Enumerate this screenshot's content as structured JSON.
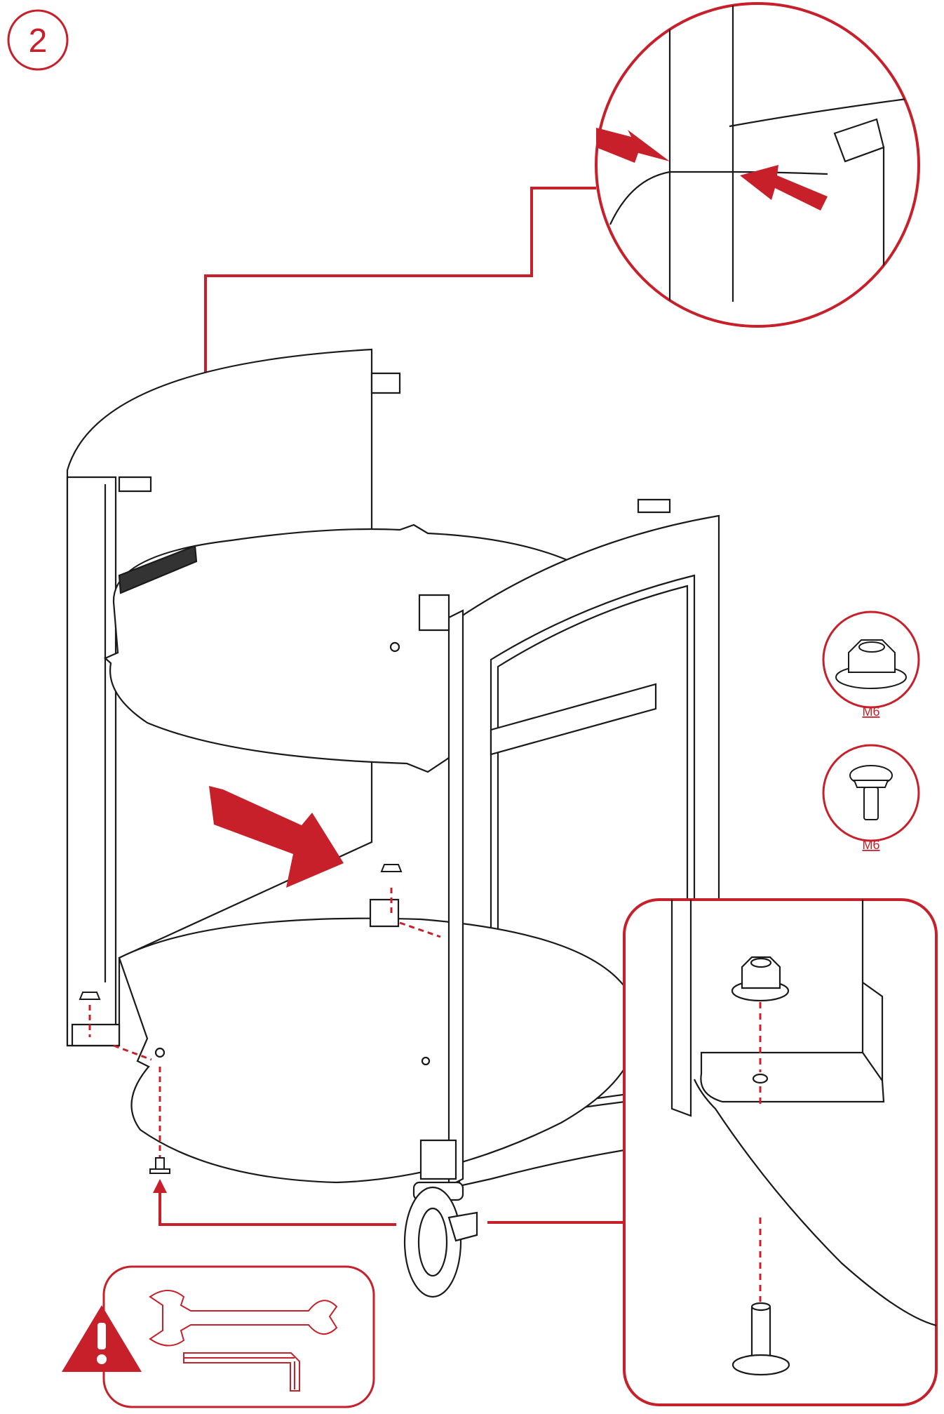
{
  "step": {
    "number": "2"
  },
  "parts": {
    "nut_label": "M6",
    "bolt_label": "M6"
  },
  "colors": {
    "accent": "#c8202b",
    "line": "#1a1a1a",
    "background": "#ffffff"
  },
  "icons": {
    "warning": "warning-triangle-icon",
    "wrench": "wrench-icon",
    "hex_key": "hex-key-icon",
    "nut": "flange-nut-icon",
    "bolt": "bolt-icon",
    "direction_arrow": "arrow-icon"
  }
}
